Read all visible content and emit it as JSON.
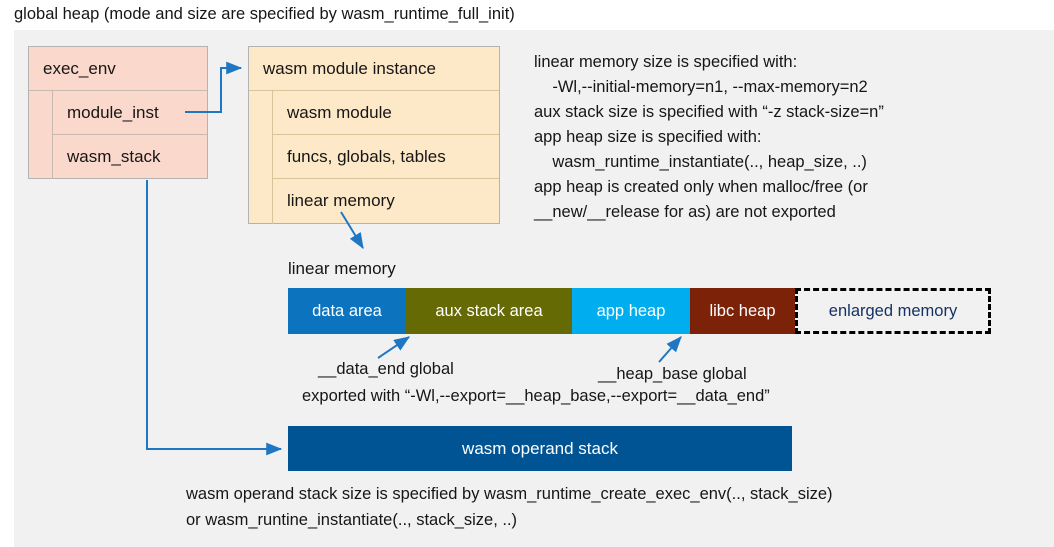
{
  "title": "global heap (mode and size are specified by wasm_runtime_full_init)",
  "exec_env": {
    "header": "exec_env",
    "rows": [
      "module_inst",
      "wasm_stack"
    ]
  },
  "module_instance": {
    "header": "wasm module instance",
    "rows": [
      "wasm module",
      "funcs, globals, tables",
      "linear memory"
    ]
  },
  "notes": "linear memory size is specified with:\n    -Wl,--initial-memory=n1, --max-memory=n2\naux stack size is specified with “-z stack-size=n”\napp heap size is specified with:\n    wasm_runtime_instantiate(.., heap_size, ..)\napp heap is created only when malloc/free (or\n__new/__release for as) are not exported",
  "linear_memory": {
    "label": "linear memory",
    "segments": [
      {
        "label": "data area",
        "color": "#0c73bf",
        "width": 118
      },
      {
        "label": "aux stack area",
        "color": "#656a04",
        "width": 166
      },
      {
        "label": "app heap",
        "color": "#00aeef",
        "width": 118
      },
      {
        "label": "libc heap",
        "color": "#7b2209",
        "width": 105
      },
      {
        "label": "enlarged memory",
        "color": "#f1f1f1",
        "width": 196
      }
    ]
  },
  "annotations": {
    "data_end": "__data_end global",
    "heap_base": "__heap_base global",
    "exported": "exported with “-Wl,--export=__heap_base,--export=__data_end”"
  },
  "operand_stack": {
    "label": "wasm operand stack",
    "color": "#005493"
  },
  "bottom_notes": "wasm operand stack size is specified by wasm_runtime_create_exec_env(.., stack_size)\nor wasm_runtine_instantiate(.., stack_size, ..)",
  "colors": {
    "panel_background": "#f1f1f1",
    "exec_env_fill": "#fad9cc",
    "module_instance_fill": "#fde8c8",
    "connector": "#1f77c4",
    "enlarged_memory_text": "#143263"
  }
}
